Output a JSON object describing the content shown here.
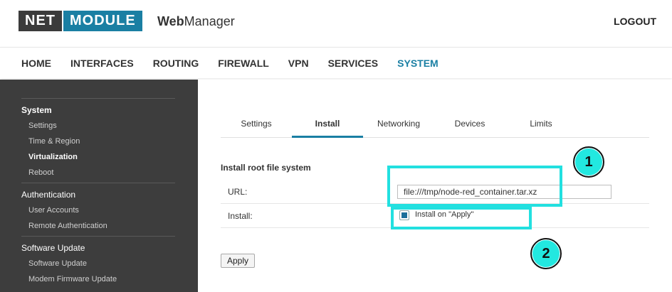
{
  "brand": {
    "logo_left": "NET",
    "logo_right": "MODULE",
    "app_bold": "Web",
    "app_rest": "Manager"
  },
  "header": {
    "logout": "LOGOUT"
  },
  "nav": {
    "items": [
      "HOME",
      "INTERFACES",
      "ROUTING",
      "FIREWALL",
      "VPN",
      "SERVICES",
      "SYSTEM"
    ],
    "active": "SYSTEM"
  },
  "sidebar": {
    "groups": [
      {
        "title": "System",
        "items": [
          "Settings",
          "Time & Region",
          "Virtualization",
          "Reboot"
        ]
      },
      {
        "title": "Authentication",
        "items": [
          "User Accounts",
          "Remote Authentication"
        ]
      },
      {
        "title": "Software Update",
        "items": [
          "Software Update",
          "Modem Firmware Update"
        ]
      }
    ],
    "active_item": "Virtualization"
  },
  "tabs": {
    "items": [
      "Settings",
      "Install",
      "Networking",
      "Devices",
      "Limits"
    ],
    "active": "Install"
  },
  "form": {
    "section_title": "Install root file system",
    "url_label": "URL:",
    "url_value": "file:///tmp/node-red_container.tar.xz",
    "install_label": "Install:",
    "install_checkbox_label": "Install on \"Apply\"",
    "install_checked": true,
    "apply": "Apply"
  },
  "annotations": {
    "badge1": "1",
    "badge2": "2"
  },
  "colors": {
    "accent": "#1a7fa3",
    "sidebar_bg": "#3d3d3d",
    "highlight": "#22e0e0"
  }
}
